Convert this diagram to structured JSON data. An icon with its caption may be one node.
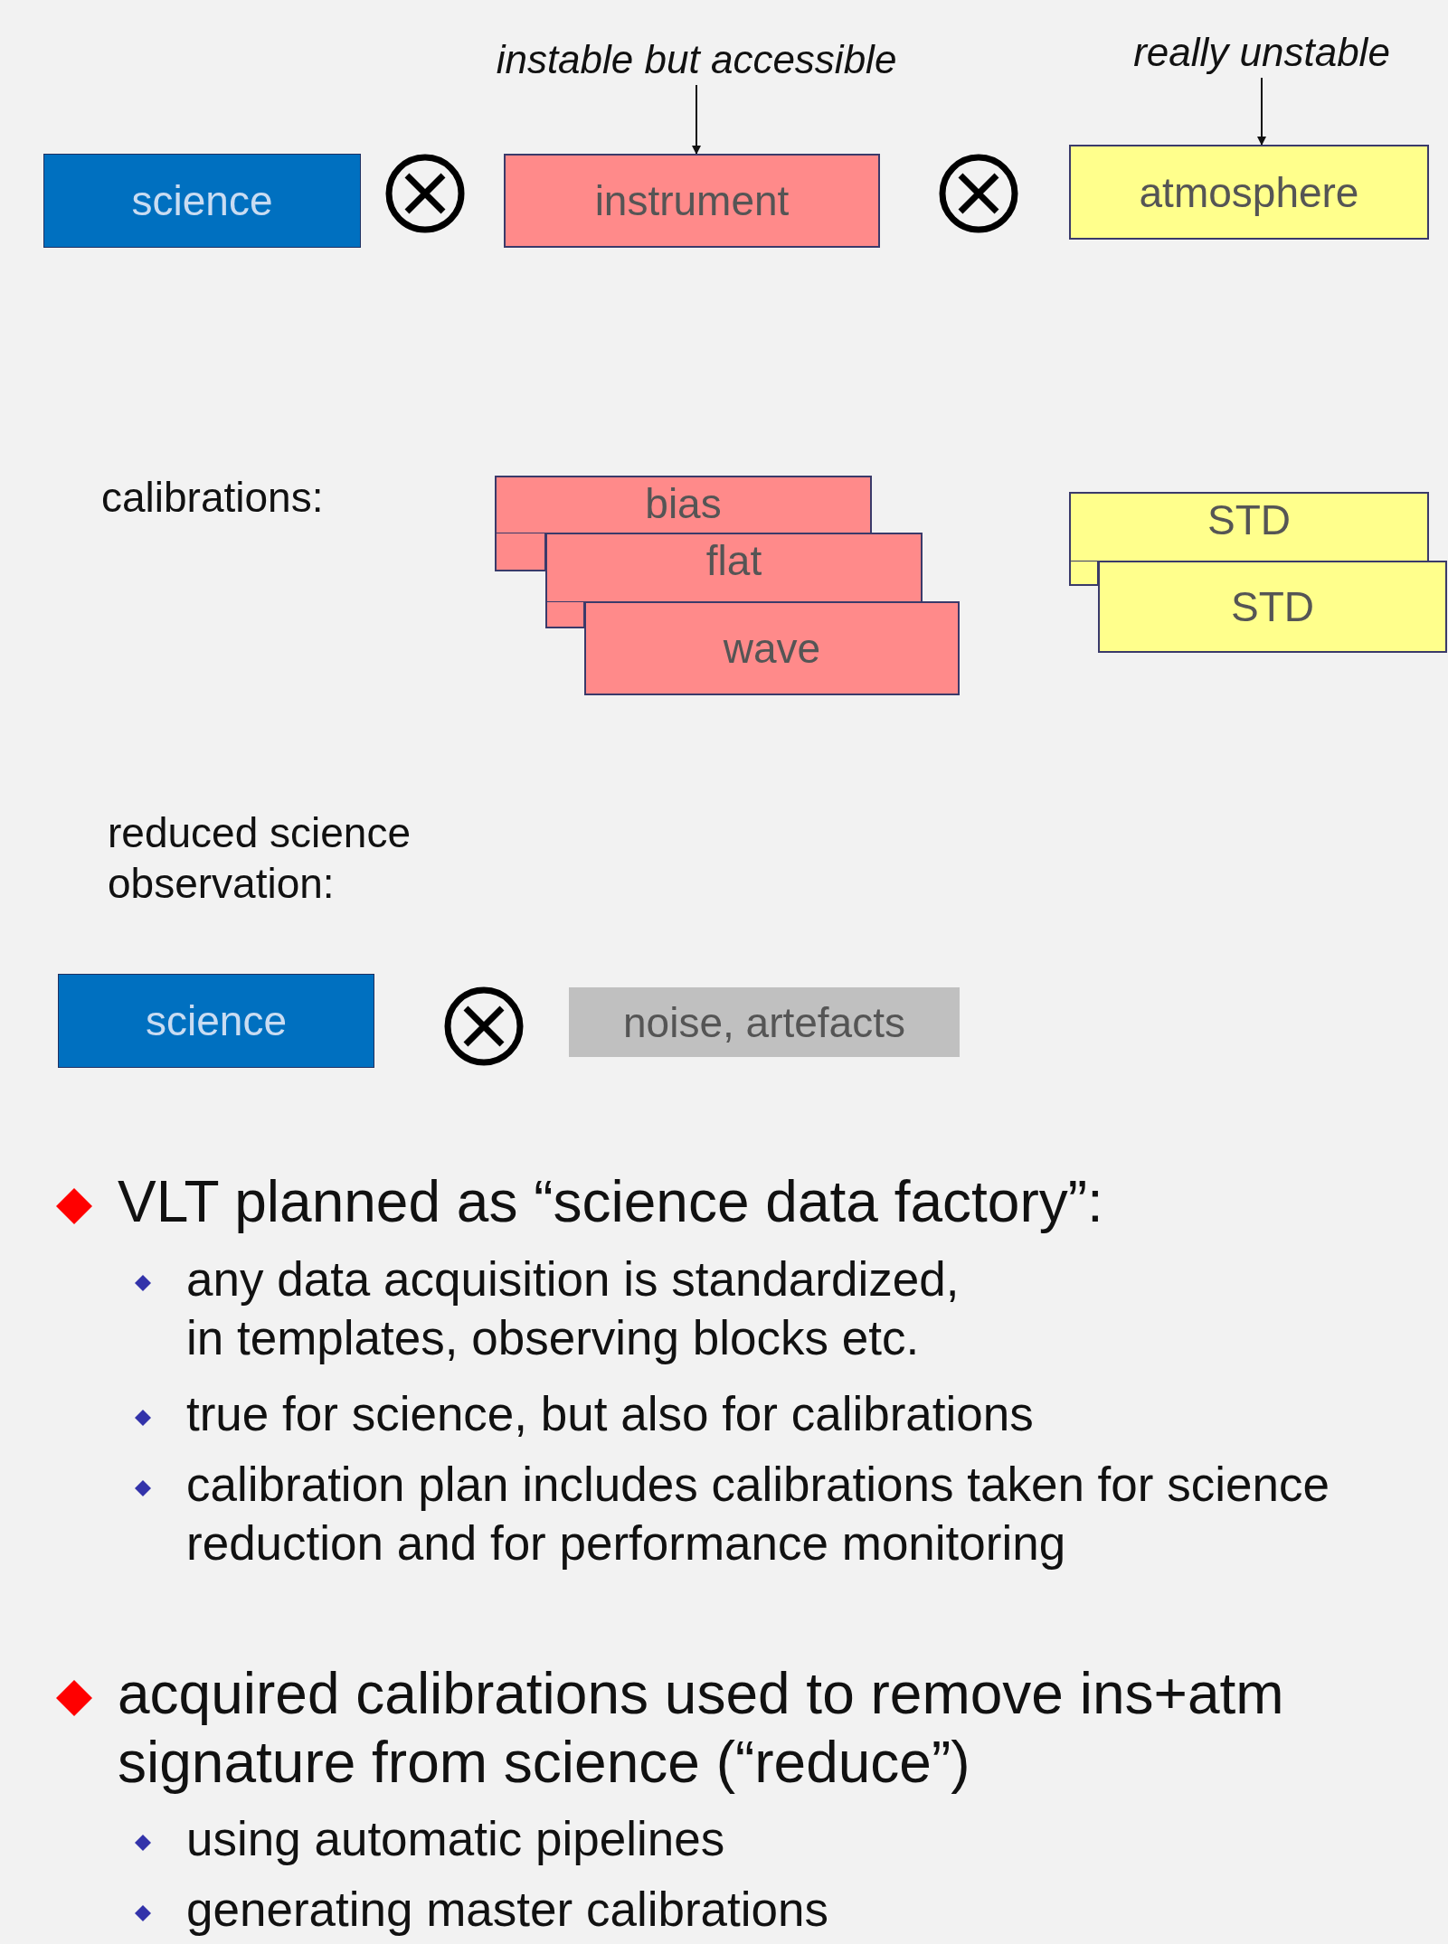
{
  "diagram": {
    "nodes": [
      {
        "text": [
          "science"
        ]
      },
      {
        "text": [
          "instrument"
        ]
      },
      {
        "text": [
          "atmosphere"
        ]
      },
      {
        "text": [
          "instable but accessible"
        ]
      },
      {
        "text": [
          "really unstable"
        ]
      },
      {
        "text": [
          "bias"
        ]
      },
      {
        "text": [
          "flat"
        ]
      },
      {
        "text": [
          "wave"
        ]
      },
      {
        "text": [
          "STD"
        ]
      },
      {
        "text": [
          "STD"
        ]
      },
      {
        "text": [
          "science"
        ]
      },
      {
        "text": [
          "noise, artefacts"
        ]
      }
    ],
    "edges": [
      {
        "from": 3,
        "to": 1,
        "arrow": "to"
      },
      {
        "from": 4,
        "to": 2,
        "arrow": "to"
      }
    ],
    "labels": [
      "calibrations:",
      "reduced science observation:",
      "VLT planned as “science data factory”:",
      "any data acquisition is standardized, in templates, observing blocks etc.",
      "true for science, but also for calibrations",
      "calibration plan includes calibrations taken for science reduction and for performance monitoring",
      "acquired calibrations used to remove ins+atm signature from science (“reduce”)",
      "using automatic pipelines",
      "generating master calibrations"
    ]
  }
}
